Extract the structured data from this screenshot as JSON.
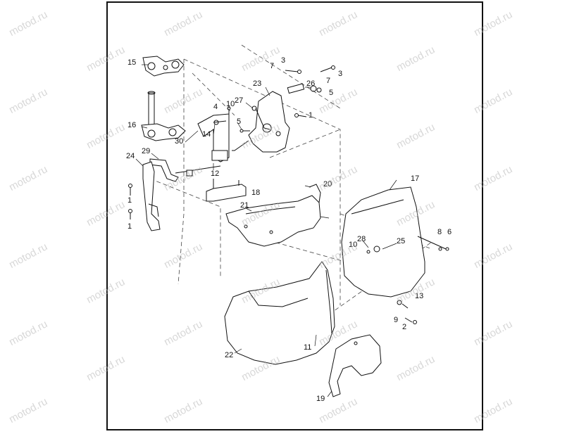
{
  "watermark": "motod.ru",
  "colors": {
    "line": "#111111",
    "dash": "#444444",
    "frame": "#111111",
    "watermark": "#b8b8b8"
  },
  "callouts": [
    {
      "id": "15",
      "text": "15"
    },
    {
      "id": "16",
      "text": "16"
    },
    {
      "id": "14",
      "text": "14"
    },
    {
      "id": "30",
      "text": "30"
    },
    {
      "id": "24",
      "text": "24"
    },
    {
      "id": "29",
      "text": "29"
    },
    {
      "id": "12",
      "text": "12"
    },
    {
      "id": "1a",
      "text": "1"
    },
    {
      "id": "1b",
      "text": "1"
    },
    {
      "id": "4",
      "text": "4"
    },
    {
      "id": "10a",
      "text": "10"
    },
    {
      "id": "27",
      "text": "27"
    },
    {
      "id": "5a",
      "text": "5"
    },
    {
      "id": "23",
      "text": "23"
    },
    {
      "id": "7a",
      "text": "7"
    },
    {
      "id": "3a",
      "text": "3"
    },
    {
      "id": "3b",
      "text": "3"
    },
    {
      "id": "7b",
      "text": "7"
    },
    {
      "id": "26",
      "text": "26"
    },
    {
      "id": "5b",
      "text": "5"
    },
    {
      "id": "1c",
      "text": "1"
    },
    {
      "id": "18",
      "text": "18"
    },
    {
      "id": "20",
      "text": "20"
    },
    {
      "id": "21",
      "text": "21"
    },
    {
      "id": "17",
      "text": "17"
    },
    {
      "id": "28",
      "text": "28"
    },
    {
      "id": "10b",
      "text": "10"
    },
    {
      "id": "25",
      "text": "25"
    },
    {
      "id": "8",
      "text": "8"
    },
    {
      "id": "6",
      "text": "6"
    },
    {
      "id": "13",
      "text": "13"
    },
    {
      "id": "9",
      "text": "9"
    },
    {
      "id": "2",
      "text": "2"
    },
    {
      "id": "11",
      "text": "11"
    },
    {
      "id": "22",
      "text": "22"
    },
    {
      "id": "19",
      "text": "19"
    }
  ]
}
